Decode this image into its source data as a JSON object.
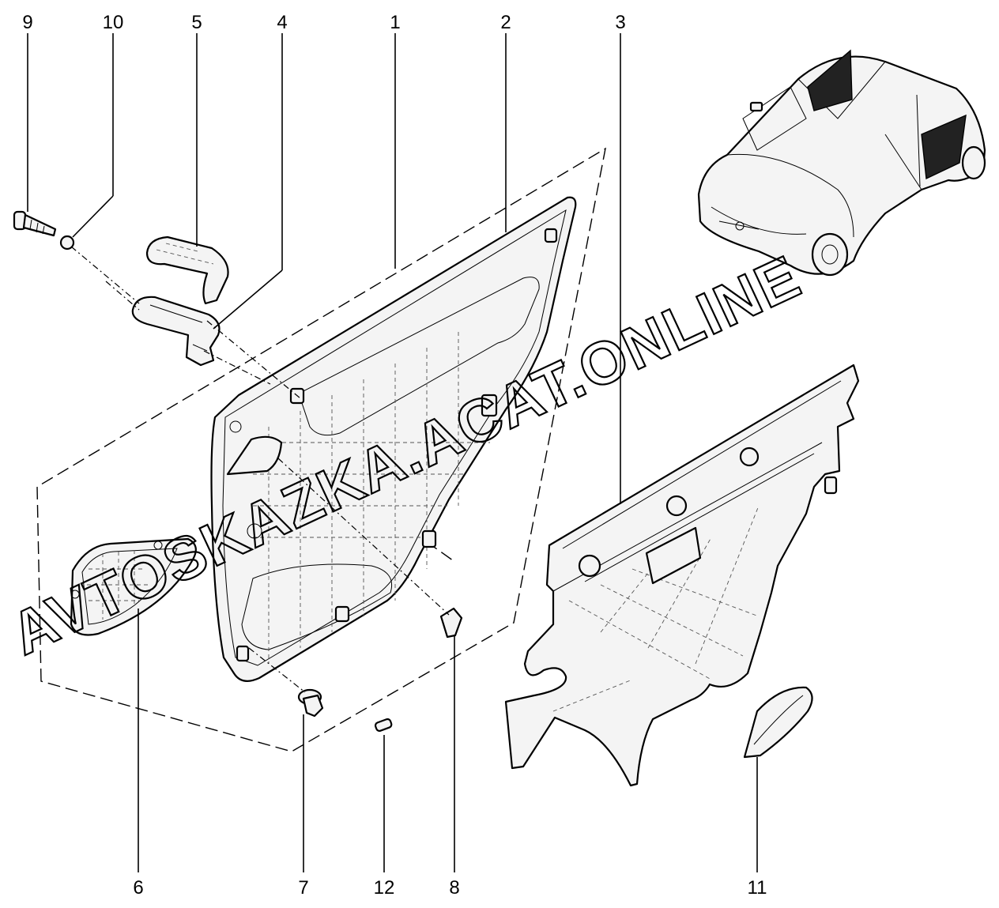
{
  "labels": {
    "l1": "1",
    "l2": "2",
    "l3": "3",
    "l4": "4",
    "l5": "5",
    "l6": "6",
    "l7": "7",
    "l8": "8",
    "l9": "9",
    "l10": "10",
    "l11": "11",
    "l12": "12"
  },
  "watermark": "AVTOSKAZKA.ACAT.ONLINE"
}
